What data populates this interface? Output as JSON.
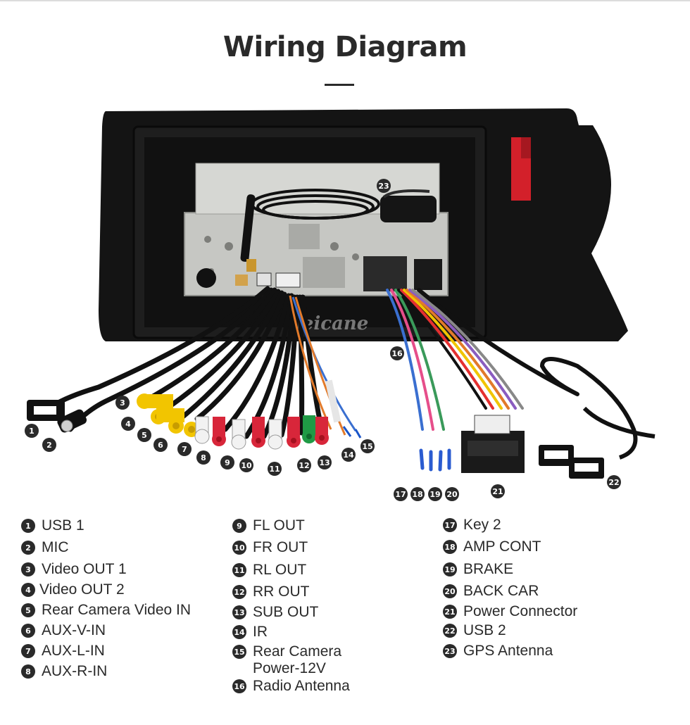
{
  "title": "Wiring Diagram",
  "watermark": "Seicane",
  "callouts": [
    "1",
    "2",
    "3",
    "4",
    "5",
    "6",
    "7",
    "8",
    "9",
    "10",
    "11",
    "12",
    "13",
    "14",
    "15",
    "16",
    "17",
    "18",
    "19",
    "20",
    "21",
    "22",
    "23"
  ],
  "legend": [
    {
      "n": "1",
      "label": "USB 1"
    },
    {
      "n": "2",
      "label": "MIC"
    },
    {
      "n": "3",
      "label": "Video OUT 1"
    },
    {
      "n": "4",
      "label": "Video OUT 2"
    },
    {
      "n": "5",
      "label": "Rear Camera Video IN"
    },
    {
      "n": "6",
      "label": "AUX-V-IN"
    },
    {
      "n": "7",
      "label": "AUX-L-IN"
    },
    {
      "n": "8",
      "label": "AUX-R-IN"
    },
    {
      "n": "9",
      "label": "FL OUT"
    },
    {
      "n": "10",
      "label": "FR OUT"
    },
    {
      "n": "11",
      "label": "RL OUT"
    },
    {
      "n": "12",
      "label": "RR OUT"
    },
    {
      "n": "13",
      "label": "SUB OUT"
    },
    {
      "n": "14",
      "label": "IR"
    },
    {
      "n": "15",
      "label": "Rear Camera Power-12V"
    },
    {
      "n": "16",
      "label": "Radio Antenna"
    },
    {
      "n": "17",
      "label": "Key 2"
    },
    {
      "n": "18",
      "label": "AMP CONT"
    },
    {
      "n": "19",
      "label": "BRAKE"
    },
    {
      "n": "20",
      "label": "BACK CAR"
    },
    {
      "n": "21",
      "label": "Power Connector"
    },
    {
      "n": "22",
      "label": "USB 2"
    },
    {
      "n": "23",
      "label": "GPS Antenna"
    }
  ],
  "colors": {
    "badge": "#2a2a2a",
    "bezel": "#141414",
    "chassis": "#c7c8c4",
    "yellow": "#f2c500",
    "red": "#d8263a",
    "green": "#1f9a45"
  }
}
